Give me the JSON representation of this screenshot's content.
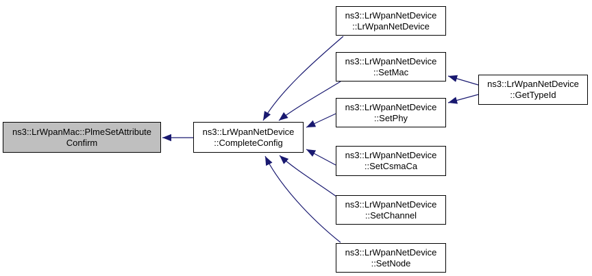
{
  "diagram": {
    "type": "doxygen-caller-graph",
    "bg_color": "#ffffff",
    "edge_color": "#191970",
    "border_color": "#000000",
    "node_fill": "#ffffff",
    "highlight_fill": "#bfbfbf"
  },
  "nodes": {
    "plme": {
      "line1": "ns3::LrWpanMac::PlmeSetAttribute",
      "line2": "Confirm"
    },
    "complete": {
      "line1": "ns3::LrWpanNetDevice",
      "line2": "::CompleteConfig"
    },
    "ctor": {
      "line1": "ns3::LrWpanNetDevice",
      "line2": "::LrWpanNetDevice"
    },
    "setmac": {
      "line1": "ns3::LrWpanNetDevice",
      "line2": "::SetMac"
    },
    "setphy": {
      "line1": "ns3::LrWpanNetDevice",
      "line2": "::SetPhy"
    },
    "setcsmaca": {
      "line1": "ns3::LrWpanNetDevice",
      "line2": "::SetCsmaCa"
    },
    "setchannel": {
      "line1": "ns3::LrWpanNetDevice",
      "line2": "::SetChannel"
    },
    "setnode": {
      "line1": "ns3::LrWpanNetDevice",
      "line2": "::SetNode"
    },
    "gettypeid": {
      "line1": "ns3::LrWpanNetDevice",
      "line2": "::GetTypeId"
    }
  },
  "edges": [
    {
      "from": "ns3::LrWpanNetDevice::CompleteConfig",
      "to": "ns3::LrWpanMac::PlmeSetAttributeConfirm"
    },
    {
      "from": "ns3::LrWpanNetDevice::LrWpanNetDevice",
      "to": "ns3::LrWpanNetDevice::CompleteConfig"
    },
    {
      "from": "ns3::LrWpanNetDevice::SetMac",
      "to": "ns3::LrWpanNetDevice::CompleteConfig"
    },
    {
      "from": "ns3::LrWpanNetDevice::SetPhy",
      "to": "ns3::LrWpanNetDevice::CompleteConfig"
    },
    {
      "from": "ns3::LrWpanNetDevice::SetCsmaCa",
      "to": "ns3::LrWpanNetDevice::CompleteConfig"
    },
    {
      "from": "ns3::LrWpanNetDevice::SetChannel",
      "to": "ns3::LrWpanNetDevice::CompleteConfig"
    },
    {
      "from": "ns3::LrWpanNetDevice::SetNode",
      "to": "ns3::LrWpanNetDevice::CompleteConfig"
    },
    {
      "from": "ns3::LrWpanNetDevice::GetTypeId",
      "to": "ns3::LrWpanNetDevice::SetMac"
    },
    {
      "from": "ns3::LrWpanNetDevice::GetTypeId",
      "to": "ns3::LrWpanNetDevice::SetPhy"
    }
  ]
}
